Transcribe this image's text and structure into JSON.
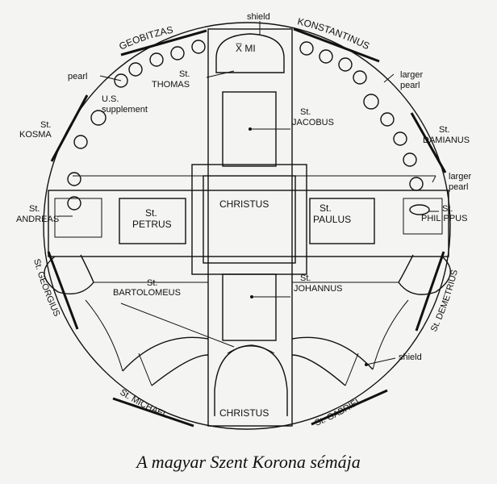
{
  "labels": {
    "shield_top": "shield",
    "xmi": "X̅ MI",
    "geobitzas": "GEOBITZAS",
    "konstantinus": "KONSTANTINUS",
    "pearl": "pearl",
    "thomas_st": "St.",
    "thomas": "THOMAS",
    "larger_pearl_1a": "larger",
    "larger_pearl_1b": "pearl",
    "us_supp_a": "U.S.",
    "us_supp_b": "supplement",
    "kosma_st": "St.",
    "kosma": "KOSMA",
    "jacobus_st": "St.",
    "jacobus": "JACOBUS",
    "damianus_st": "St.",
    "damianus": "DAMIANUS",
    "larger_pearl_2a": "larger",
    "larger_pearl_2b": "pearl",
    "christus_center": "CHRISTUS",
    "andreas_st": "St.",
    "andreas": "ANDREAS",
    "petrus_st": "St.",
    "petrus": "PETRUS",
    "paulus_st": "St.",
    "paulus": "PAULUS",
    "philippus_st": "St.",
    "philippus": "PHILIPPUS",
    "georgius": "St. GEORGIUS",
    "demetrius": "St. DEMETRIUS",
    "bartolomeus_st": "St.",
    "bartolomeus": "BARTOLOMEUS",
    "johannus_st": "St.",
    "johannus": "JOHANNUS",
    "shield_bottom": "shield",
    "christus_bottom": "CHRISTUS",
    "michael": "St. MICHAEL",
    "gabriel": "St. GABRIEL"
  },
  "caption": "A magyar Szent Korona sémája"
}
